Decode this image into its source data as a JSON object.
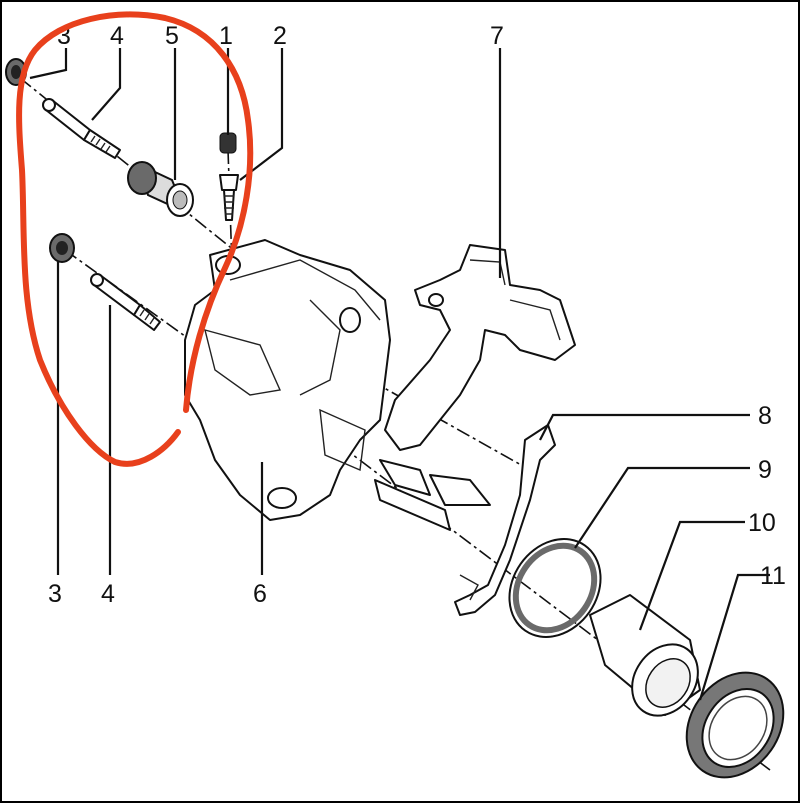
{
  "diagram": {
    "callouts": {
      "c1": "1",
      "c2": "2",
      "c3_top": "3",
      "c4_top": "4",
      "c5": "5",
      "c7": "7",
      "c8": "8",
      "c9": "9",
      "c10": "10",
      "c11": "11",
      "c3_bottom": "3",
      "c4_bottom": "4",
      "c6": "6"
    },
    "colors": {
      "line": "#111111",
      "highlight": "#e8401c",
      "seal_grey": "#6a6a6a",
      "background": "#ffffff"
    }
  }
}
